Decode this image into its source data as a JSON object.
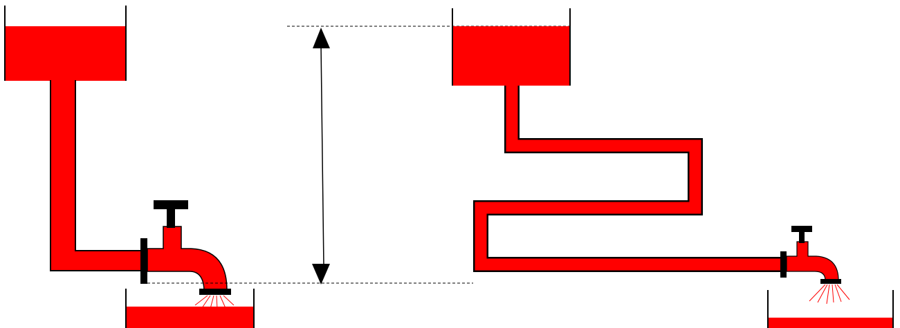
{
  "colors": {
    "background": "#ffffff",
    "water": "#ff0000",
    "outline": "#000000",
    "valve": "#000000",
    "spray": "#ff0000"
  },
  "diagram": {
    "left_system": {
      "tank": "tank-left",
      "pipe": "straight-pipe",
      "faucet": "large-faucet",
      "basin": "basin-left"
    },
    "right_system": {
      "tank": "tank-right",
      "pipe": "zigzag-pipe",
      "faucet": "small-faucet",
      "basin": "basin-right"
    },
    "height_marker": {
      "arrow": "double-headed-arrow",
      "guides": "dashed-reference-lines"
    }
  }
}
